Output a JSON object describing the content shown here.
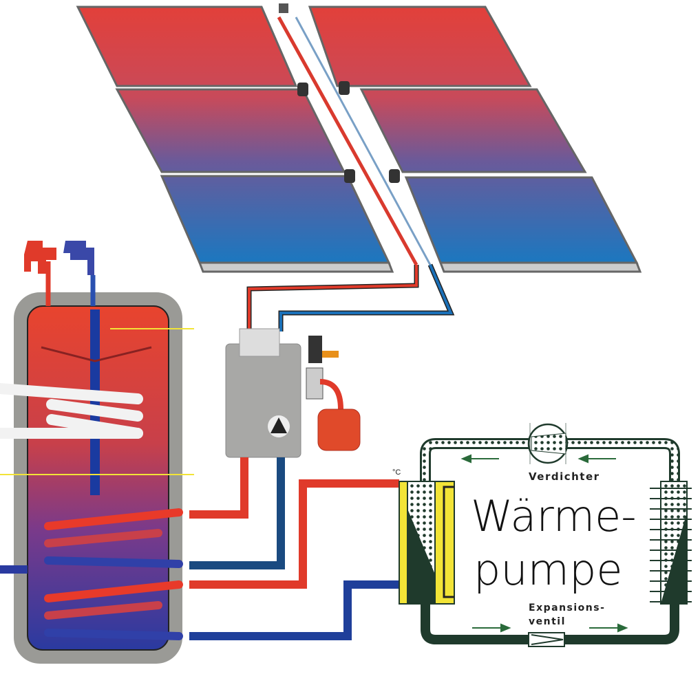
{
  "heat_pump": {
    "title_line1": "Wärme-",
    "title_line2": "pumpe",
    "compressor_label": "Verdichter",
    "valve_label_line1": "Expansions-",
    "valve_label_line2": "ventil",
    "temp_unit": "°C"
  },
  "colors": {
    "hot": "#e03a2a",
    "cold": "#1f3f9a",
    "refrigerant": "#1f3a2c",
    "condenser": "#f2e437",
    "casing": "#9a9a96"
  }
}
